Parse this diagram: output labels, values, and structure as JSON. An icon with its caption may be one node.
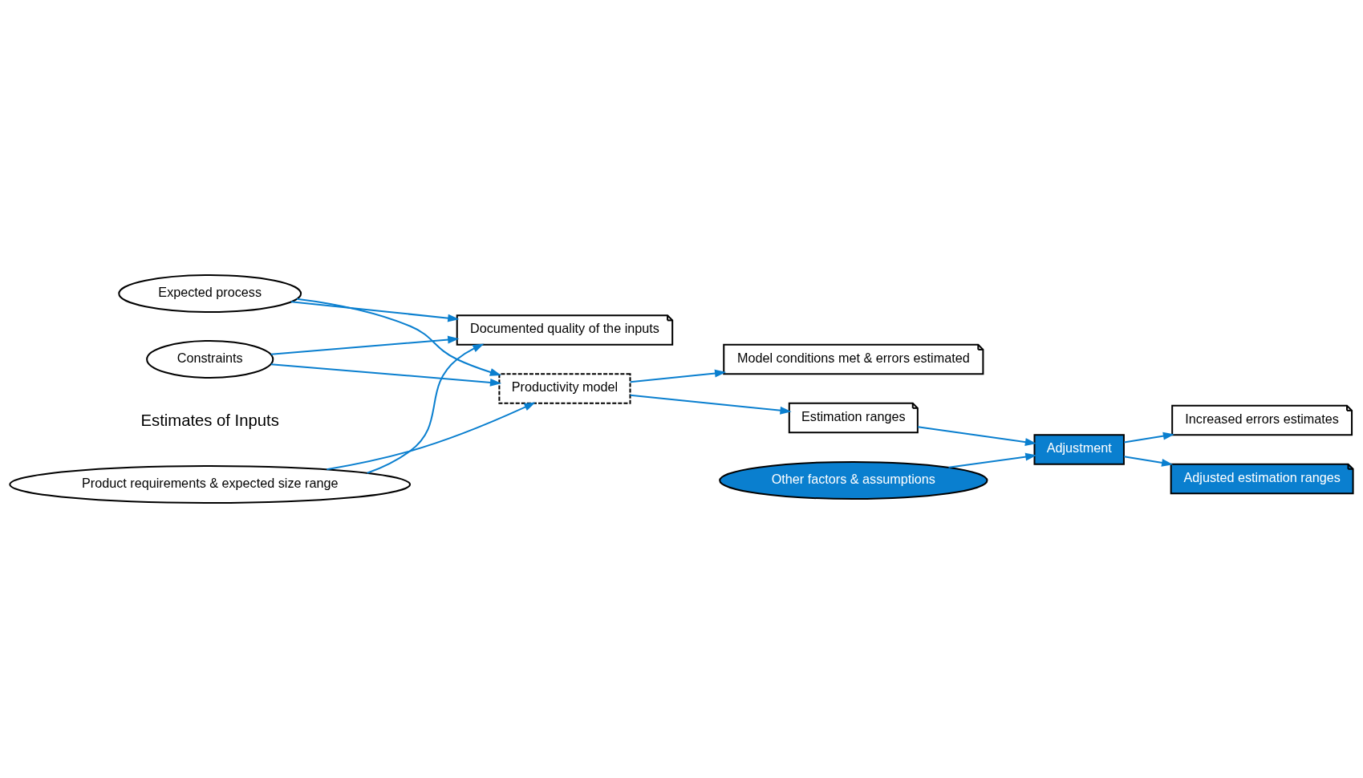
{
  "diagram": {
    "nodes": [
      {
        "text": [
          "Product requirements & expected size range"
        ]
      },
      {
        "text": [
          "Expected process"
        ]
      },
      {
        "text": [
          "Constraints"
        ]
      },
      {
        "text": [
          "Documented quality of the inputs"
        ]
      },
      {
        "text": [
          "Model conditions met & errors estimated"
        ]
      },
      {
        "text": [
          "Productivity model"
        ]
      },
      {
        "text": [
          "Estimation ranges"
        ]
      },
      {
        "text": [
          "Other factors & assumptions"
        ]
      },
      {
        "text": [
          "Adjustment"
        ]
      },
      {
        "text": [
          "Increased errors estimates"
        ]
      },
      {
        "text": [
          "Adjusted estimation ranges"
        ]
      }
    ],
    "edges": [
      {
        "from": 0,
        "to": 5,
        "arrow": "to"
      },
      {
        "from": 1,
        "to": 5,
        "arrow": "to"
      },
      {
        "from": 2,
        "to": 5,
        "arrow": "to"
      },
      {
        "from": 0,
        "to": 3,
        "arrow": "to"
      },
      {
        "from": 1,
        "to": 3,
        "arrow": "to"
      },
      {
        "from": 2,
        "to": 3,
        "arrow": "to"
      },
      {
        "from": 5,
        "to": 4,
        "arrow": "to"
      },
      {
        "from": 5,
        "to": 6,
        "arrow": "to"
      },
      {
        "from": 6,
        "to": 8,
        "arrow": "to"
      },
      {
        "from": 7,
        "to": 8,
        "arrow": "to"
      },
      {
        "from": 8,
        "to": 9,
        "arrow": "to"
      },
      {
        "from": 8,
        "to": 10,
        "arrow": "to"
      }
    ],
    "labels": [
      "Estimates of Inputs"
    ]
  }
}
